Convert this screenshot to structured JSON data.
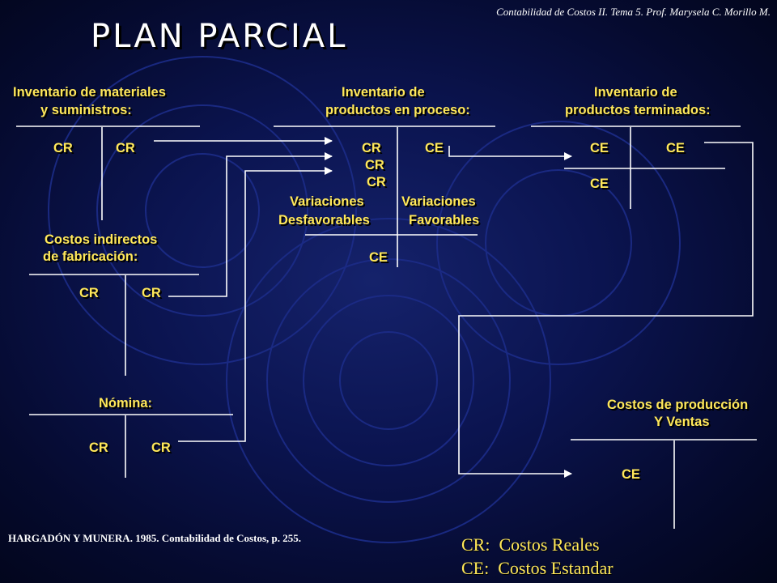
{
  "header": "Contabilidad de Costos II.   Tema 5.  Prof. Marysela C. Morillo M.",
  "title": "PLAN   PARCIAL",
  "accounts": {
    "materiales": {
      "title_l1": "Inventario de materiales",
      "title_l2": "y  suministros:",
      "left": [
        "CR"
      ],
      "right": [
        "CR"
      ]
    },
    "proceso": {
      "title_l1": "Inventario de",
      "title_l2": "productos en proceso:",
      "left": [
        "CR",
        "CR",
        "CR",
        "Variaciones",
        "Desfavorables"
      ],
      "right": [
        "CE",
        "Variaciones",
        "Favorables"
      ],
      "bottom_left": "CE"
    },
    "terminados": {
      "title_l1": "Inventario de",
      "title_l2": "productos terminados:",
      "left": [
        "CE",
        "CE"
      ],
      "right": [
        "CE"
      ]
    },
    "cif": {
      "title_l1": "Costos indirectos",
      "title_l2": "de fabricación:",
      "left": [
        "CR"
      ],
      "right": [
        "CR"
      ]
    },
    "nomina": {
      "title": "Nómina:",
      "left": [
        "CR"
      ],
      "right": [
        "CR"
      ]
    },
    "ventas": {
      "title_l1": "Costos de producción",
      "title_l2": "Y Ventas",
      "left": [
        "CE"
      ]
    }
  },
  "source": "HARGADÓN Y MUNERA. 1985.  Contabilidad de Costos, p. 255.",
  "legend": [
    {
      "abbr": "CR:",
      "text": "Costos Reales"
    },
    {
      "abbr": "CE:",
      "text": "Costos Estandar"
    }
  ],
  "colors": {
    "label": "#ffe85a",
    "line": "#ffffff",
    "background": "#0b1450"
  }
}
